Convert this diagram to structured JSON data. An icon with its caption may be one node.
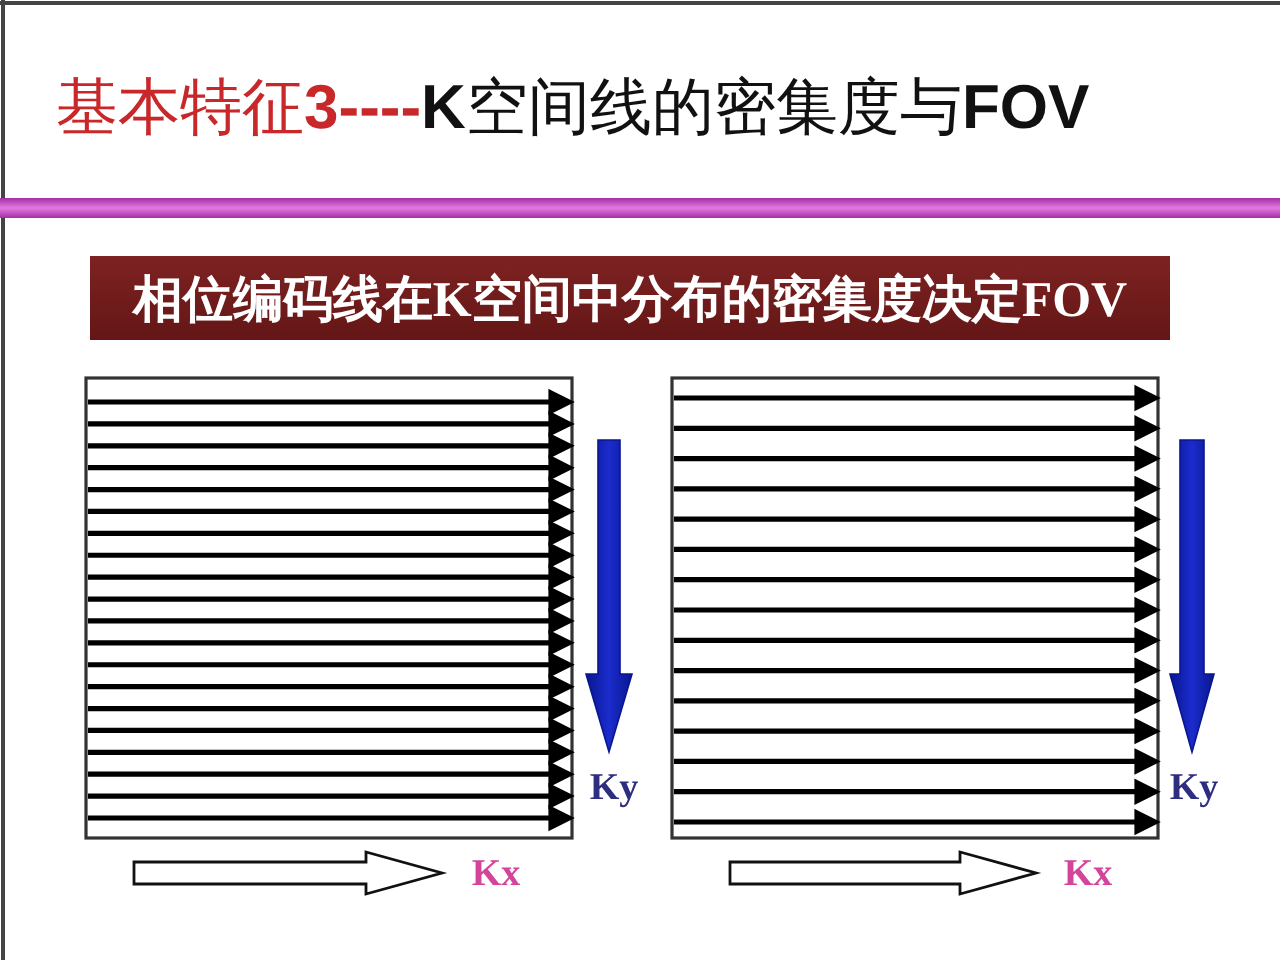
{
  "diagram": {
    "title": "基本特征**3----K**空间线的密集度与**FOV**",
    "nodes": [
      {
        "text": [
          "相位编码线在K空间中分布的密集度决定FOV"
        ]
      }
    ],
    "labels": [
      "Ky",
      "Ky",
      "Kx",
      "Kx"
    ]
  }
}
